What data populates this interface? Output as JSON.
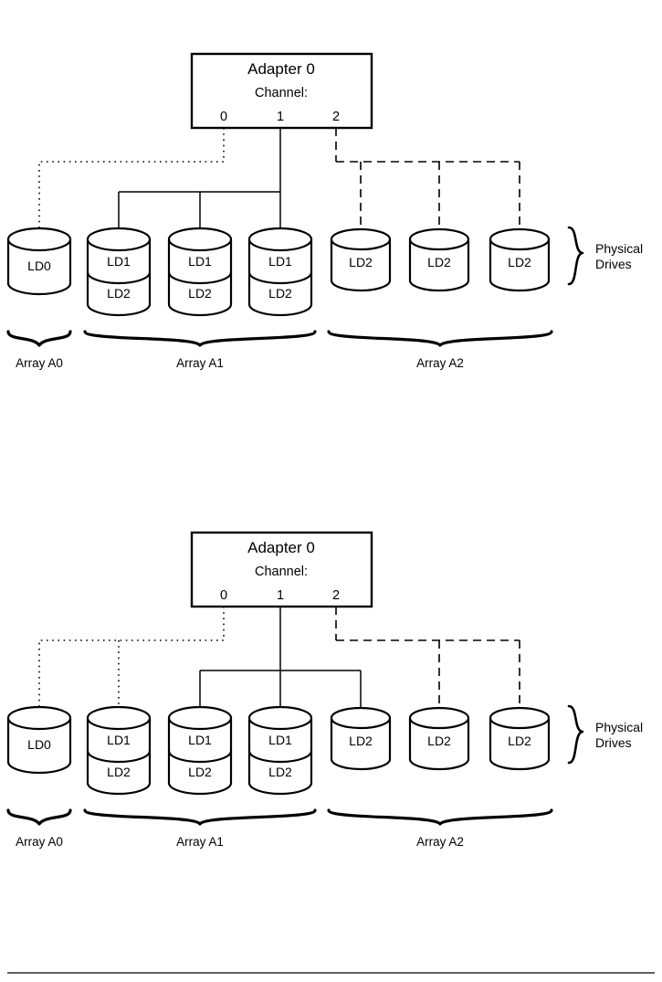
{
  "page": {
    "title": "RAID adapter logical drive mapping",
    "background_color": "#ffffff",
    "ink_color": "#000000"
  },
  "diagrams": [
    {
      "id": "diagram-top",
      "adapter": {
        "name": "Adapter 0",
        "channel_label": "Channel:",
        "channels": [
          "0",
          "1",
          "2"
        ]
      },
      "drives": [
        {
          "label_top": "LD0",
          "label_bottom": "",
          "partitions": 1,
          "channel": "0"
        },
        {
          "label_top": "LD1",
          "label_bottom": "LD2",
          "partitions": 2,
          "channel": "1"
        },
        {
          "label_top": "LD1",
          "label_bottom": "LD2",
          "partitions": 2,
          "channel": "1"
        },
        {
          "label_top": "LD1",
          "label_bottom": "LD2",
          "partitions": 2,
          "channel": "1"
        },
        {
          "label_top": "LD2",
          "label_bottom": "",
          "partitions": 1,
          "channel": "2"
        },
        {
          "label_top": "LD2",
          "label_bottom": "",
          "partitions": 1,
          "channel": "2"
        },
        {
          "label_top": "LD2",
          "label_bottom": "",
          "partitions": 1,
          "channel": "2"
        }
      ],
      "channel_connections": {
        "0": [
          0
        ],
        "1": [
          1,
          2,
          3
        ],
        "2": [
          4,
          5,
          6
        ]
      },
      "arrays": [
        {
          "name": "Array A0",
          "drives": [
            0
          ]
        },
        {
          "name": "Array A1",
          "drives": [
            1,
            2,
            3
          ]
        },
        {
          "name": "Array A2",
          "drives": [
            4,
            5,
            6
          ]
        }
      ],
      "physical_drives_label_line1": "Physical",
      "physical_drives_label_line2": "Drives"
    },
    {
      "id": "diagram-bottom",
      "adapter": {
        "name": "Adapter 0",
        "channel_label": "Channel:",
        "channels": [
          "0",
          "1",
          "2"
        ]
      },
      "drives": [
        {
          "label_top": "LD0",
          "label_bottom": "",
          "partitions": 1,
          "channel": "0"
        },
        {
          "label_top": "LD1",
          "label_bottom": "LD2",
          "partitions": 2,
          "channel": "0"
        },
        {
          "label_top": "LD1",
          "label_bottom": "LD2",
          "partitions": 2,
          "channel": "1"
        },
        {
          "label_top": "LD1",
          "label_bottom": "LD2",
          "partitions": 2,
          "channel": "1"
        },
        {
          "label_top": "LD2",
          "label_bottom": "",
          "partitions": 1,
          "channel": "1"
        },
        {
          "label_top": "LD2",
          "label_bottom": "",
          "partitions": 1,
          "channel": "2"
        },
        {
          "label_top": "LD2",
          "label_bottom": "",
          "partitions": 1,
          "channel": "2"
        }
      ],
      "channel_connections": {
        "0": [
          0,
          1
        ],
        "1": [
          2,
          3,
          4
        ],
        "2": [
          5,
          6
        ]
      },
      "arrays": [
        {
          "name": "Array A0",
          "drives": [
            0
          ]
        },
        {
          "name": "Array A1",
          "drives": [
            1,
            2,
            3
          ]
        },
        {
          "name": "Array A2",
          "drives": [
            4,
            5,
            6
          ]
        }
      ],
      "physical_drives_label_line1": "Physical",
      "physical_drives_label_line2": "Drives"
    }
  ],
  "legend": {
    "channel_line_styles": {
      "0": "dotted",
      "1": "solid",
      "2": "dashed"
    }
  }
}
